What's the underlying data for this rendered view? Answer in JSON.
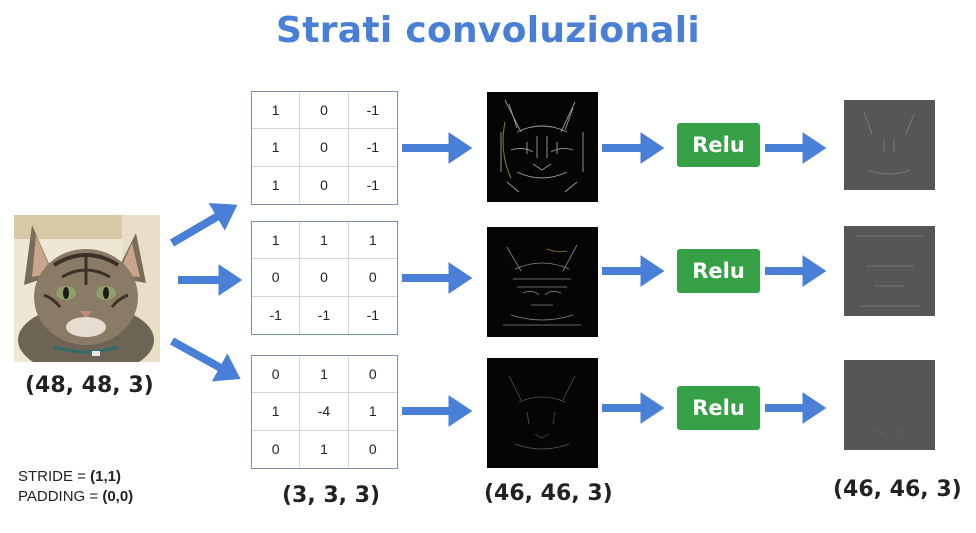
{
  "title": "Strati convoluzionali",
  "input": {
    "shape": "(48, 48, 3)"
  },
  "params": {
    "stride_label": "STRIDE = ",
    "stride_value": "(1,1)",
    "padding_label": "PADDING = ",
    "padding_value": "(0,0)"
  },
  "kernels": [
    {
      "rows": [
        [
          "1",
          "0",
          "-1"
        ],
        [
          "1",
          "0",
          "-1"
        ],
        [
          "1",
          "0",
          "-1"
        ]
      ]
    },
    {
      "rows": [
        [
          "1",
          "1",
          "1"
        ],
        [
          "0",
          "0",
          "0"
        ],
        [
          "-1",
          "-1",
          "-1"
        ]
      ]
    },
    {
      "rows": [
        [
          "0",
          "1",
          "0"
        ],
        [
          "1",
          "-4",
          "1"
        ],
        [
          "0",
          "1",
          "0"
        ]
      ]
    }
  ],
  "kernel_shape": "(3, 3, 3)",
  "conv_output_shape": "(46, 46, 3)",
  "activation_label": "Relu",
  "relu_output_shape": "(46, 46, 3)",
  "colors": {
    "arrow": "#4a7fd8",
    "title": "#4a7fd8",
    "relu": "#35a046"
  }
}
